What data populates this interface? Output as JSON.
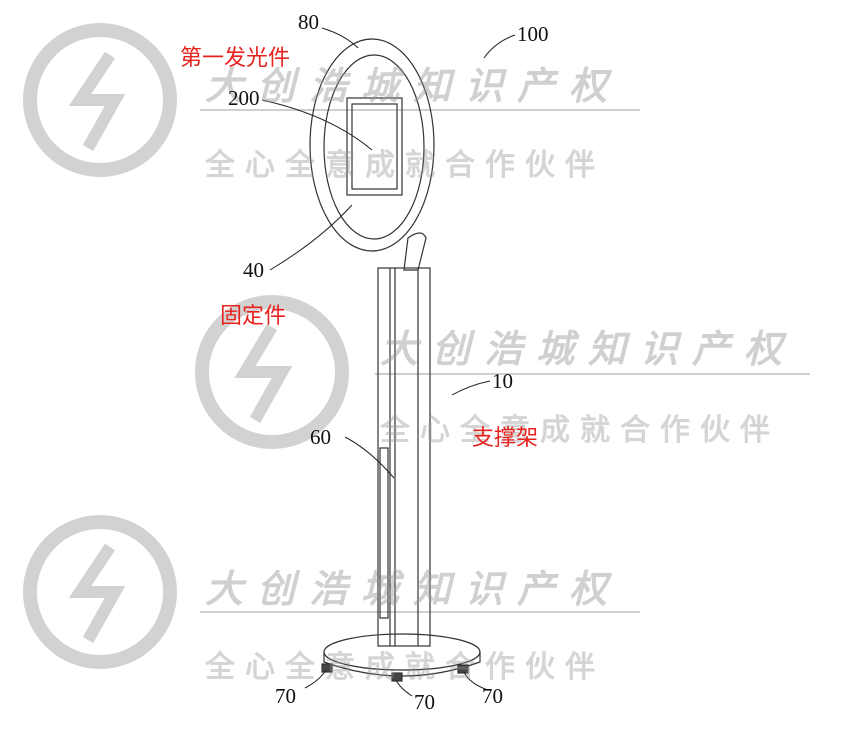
{
  "labels": {
    "l80": "80",
    "l100": "100",
    "l200": "200",
    "l40": "40",
    "l10": "10",
    "l60": "60",
    "l70a": "70",
    "l70b": "70",
    "l70c": "70"
  },
  "annotations": {
    "light_member": "第一发光件",
    "fixing_member": "固定件",
    "support_frame": "支撑架"
  },
  "watermark": {
    "company": "大创浩城知识产权",
    "slogan": "全心全意成就合作伙伴"
  },
  "colors": {
    "annotation": "#e8221d",
    "watermark": "#b4b4b4"
  }
}
